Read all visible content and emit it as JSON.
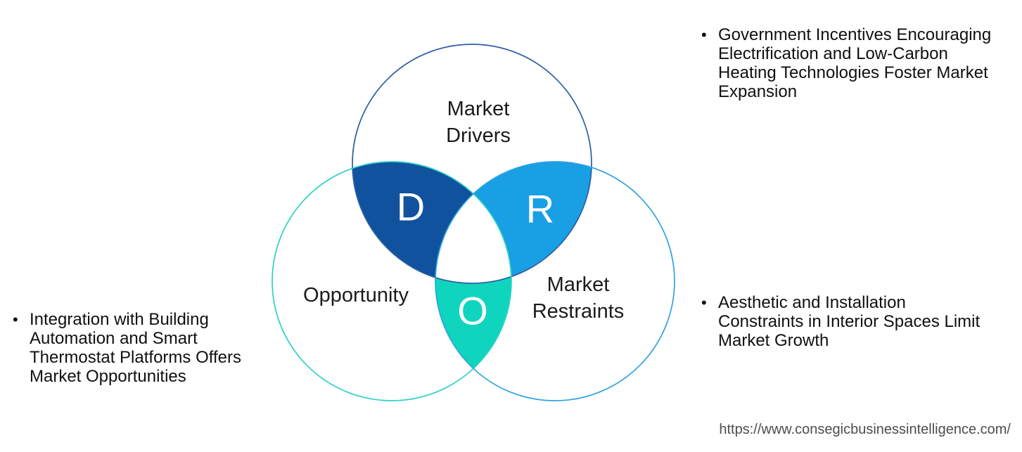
{
  "colors": {
    "drivers_fill": "#10529e",
    "restraints_fill": "#199fe3",
    "opportunity_fill": "#0fd5bf",
    "center_fill": "#ffffff",
    "drivers_stroke": "#2c5da6",
    "opportunity_stroke": "#2bd2c5",
    "restraints_stroke": "#2fa3e1",
    "body_text": "#101010",
    "url_text": "#4d4d4d"
  },
  "venn": {
    "drivers": {
      "label_lines": [
        "Market",
        "Drivers"
      ],
      "letter": "D"
    },
    "opportunity": {
      "label_lines": [
        "Opportunity"
      ],
      "letter": "O"
    },
    "restraints": {
      "label_lines": [
        "Market",
        "Restraints"
      ],
      "letter": "R"
    }
  },
  "bullets": {
    "drivers": {
      "marker": "•",
      "lines": [
        "Government Incentives Encouraging",
        "Electrification and Low-Carbon",
        "Heating Technologies Foster Market",
        "Expansion"
      ]
    },
    "restraints": {
      "marker": "•",
      "lines": [
        "Aesthetic and Installation",
        "Constraints in Interior Spaces Limit",
        "Market Growth"
      ]
    },
    "opportunity": {
      "marker": "•",
      "lines": [
        "Integration with Building",
        "Automation and Smart",
        "Thermostat Platforms Offers",
        "Market Opportunities"
      ]
    }
  },
  "footer": {
    "url": "https://www.consegicbusinessintelligence.com/"
  }
}
